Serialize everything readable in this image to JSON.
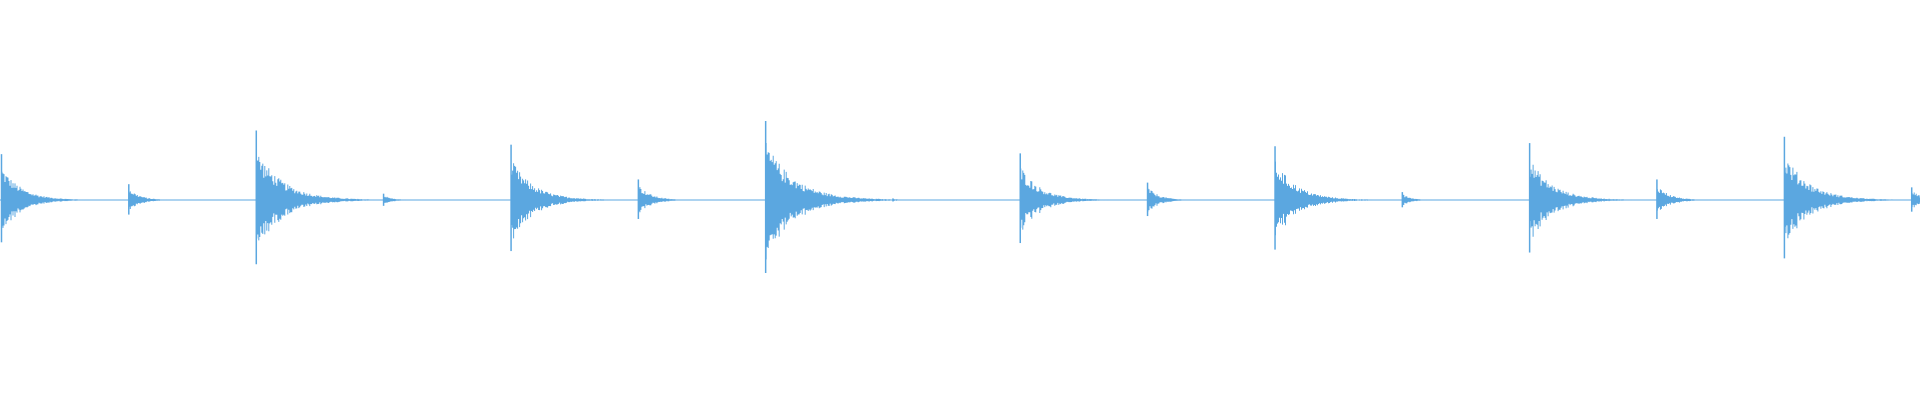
{
  "waveform": {
    "color": "#5ba7e0",
    "background": "#ffffff",
    "baseline_fraction": 0.5,
    "hits": [
      {
        "position": 0.0,
        "strength": 0.58
      },
      {
        "position": 0.0663,
        "strength": 0.2
      },
      {
        "position": 0.1327,
        "strength": 0.88
      },
      {
        "position": 0.199,
        "strength": 0.08
      },
      {
        "position": 0.2654,
        "strength": 0.7
      },
      {
        "position": 0.3317,
        "strength": 0.26
      },
      {
        "position": 0.398,
        "strength": 1.0
      },
      {
        "position": 0.4643,
        "strength": 0.02
      },
      {
        "position": 0.5306,
        "strength": 0.59
      },
      {
        "position": 0.5969,
        "strength": 0.22
      },
      {
        "position": 0.6633,
        "strength": 0.68
      },
      {
        "position": 0.7296,
        "strength": 0.1
      },
      {
        "position": 0.7959,
        "strength": 0.72
      },
      {
        "position": 0.8622,
        "strength": 0.26
      },
      {
        "position": 0.9286,
        "strength": 0.8
      },
      {
        "position": 0.9949,
        "strength": 0.16
      }
    ]
  }
}
